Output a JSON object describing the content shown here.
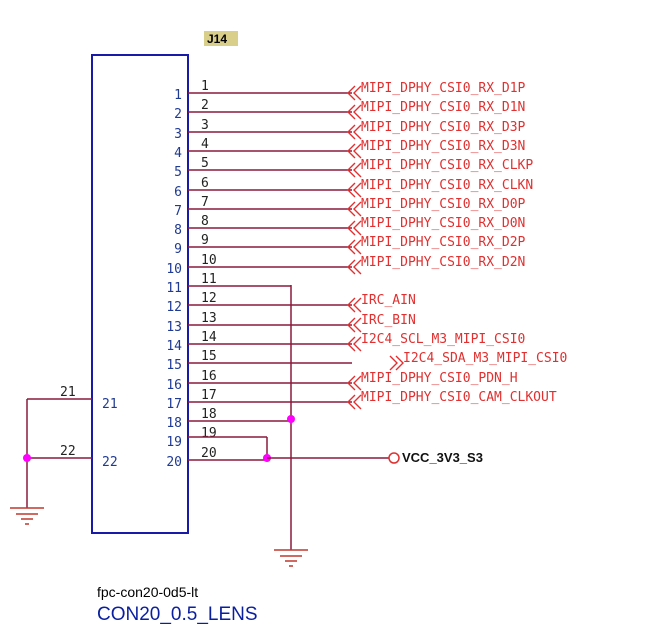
{
  "component": {
    "refdes": "J14",
    "footprint": "fpc-con20-0d5-lt",
    "value": "CON20_0.5_LENS"
  },
  "signal_pins": [
    {
      "pin": "1",
      "net": "MIPI_DPHY_CSI0_RX_D1P"
    },
    {
      "pin": "2",
      "net": "MIPI_DPHY_CSI0_RX_D1N"
    },
    {
      "pin": "3",
      "net": "MIPI_DPHY_CSI0_RX_D3P"
    },
    {
      "pin": "4",
      "net": "MIPI_DPHY_CSI0_RX_D3N"
    },
    {
      "pin": "5",
      "net": "MIPI_DPHY_CSI0_RX_CLKP"
    },
    {
      "pin": "6",
      "net": "MIPI_DPHY_CSI0_RX_CLKN"
    },
    {
      "pin": "7",
      "net": "MIPI_DPHY_CSI0_RX_D0P"
    },
    {
      "pin": "8",
      "net": "MIPI_DPHY_CSI0_RX_D0N"
    },
    {
      "pin": "9",
      "net": "MIPI_DPHY_CSI0_RX_D2P"
    },
    {
      "pin": "10",
      "net": "MIPI_DPHY_CSI0_RX_D2N"
    },
    {
      "pin": "11",
      "net": ""
    },
    {
      "pin": "12",
      "net": "IRC_AIN"
    },
    {
      "pin": "13",
      "net": "IRC_BIN"
    },
    {
      "pin": "14",
      "net": "I2C4_SCL_M3_MIPI_CSI0"
    },
    {
      "pin": "15",
      "net": "I2C4_SDA_M3_MIPI_CSI0"
    },
    {
      "pin": "16",
      "net": "MIPI_DPHY_CSI0_PDN_H"
    },
    {
      "pin": "17",
      "net": "MIPI_DPHY_CSI0_CAM_CLKOUT"
    },
    {
      "pin": "18",
      "net": ""
    },
    {
      "pin": "19",
      "net": ""
    },
    {
      "pin": "20",
      "net": ""
    }
  ],
  "left_pins": [
    {
      "pin": "21"
    },
    {
      "pin": "22"
    }
  ],
  "power": {
    "label": "VCC_3V3_S3"
  },
  "colors": {
    "wire": "#8b1a3c",
    "body": "#1a1aa8",
    "net_label": "#e03030",
    "ground": "#c0392b",
    "junction": "#ff00ff",
    "refdes_bg": "#d9cf8a"
  }
}
